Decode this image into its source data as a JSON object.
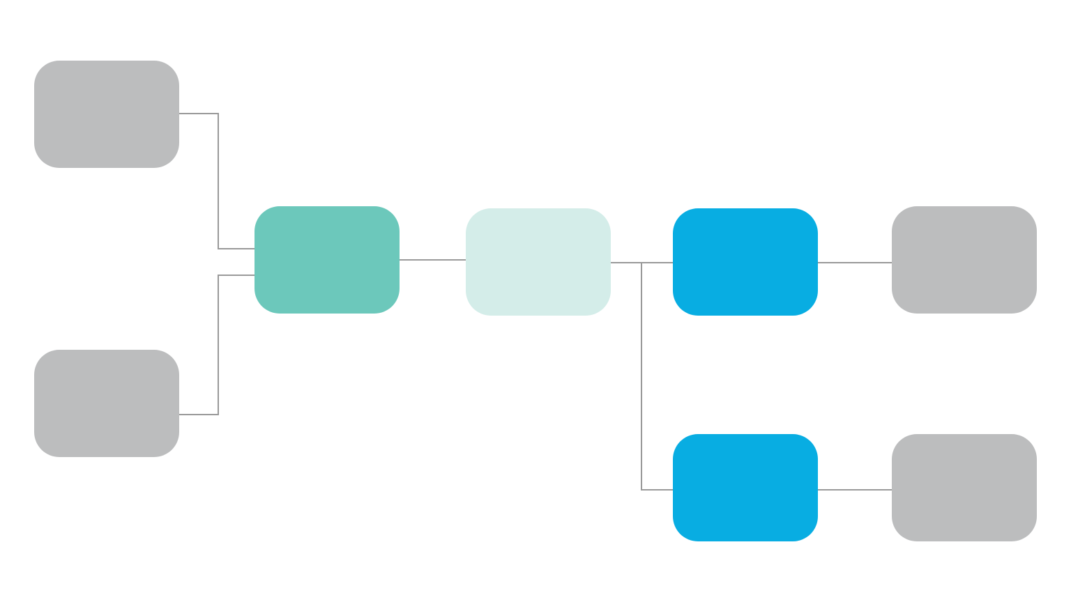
{
  "diagram": {
    "colors": {
      "background": "#ffffff",
      "connector": "#999999",
      "gray": "#bcbdbe",
      "teal": "#6cc8bb",
      "light_teal": "#d4ede9",
      "blue": "#08ade2"
    },
    "nodes": [
      {
        "id": "source-top",
        "label": "",
        "color": "#bcbdbe"
      },
      {
        "id": "source-bottom",
        "label": "",
        "color": "#bcbdbe"
      },
      {
        "id": "merge",
        "label": "",
        "color": "#6cc8bb"
      },
      {
        "id": "process",
        "label": "",
        "color": "#d4ede9"
      },
      {
        "id": "branch-top",
        "label": "",
        "color": "#08ade2"
      },
      {
        "id": "branch-bottom",
        "label": "",
        "color": "#08ade2"
      },
      {
        "id": "output-top",
        "label": "",
        "color": "#bcbdbe"
      },
      {
        "id": "output-bottom",
        "label": "",
        "color": "#bcbdbe"
      }
    ],
    "edges": [
      {
        "from": "source-top",
        "to": "merge"
      },
      {
        "from": "source-bottom",
        "to": "merge"
      },
      {
        "from": "merge",
        "to": "process"
      },
      {
        "from": "process",
        "to": "branch-top"
      },
      {
        "from": "process",
        "to": "branch-bottom"
      },
      {
        "from": "branch-top",
        "to": "output-top"
      },
      {
        "from": "branch-bottom",
        "to": "output-bottom"
      }
    ]
  }
}
